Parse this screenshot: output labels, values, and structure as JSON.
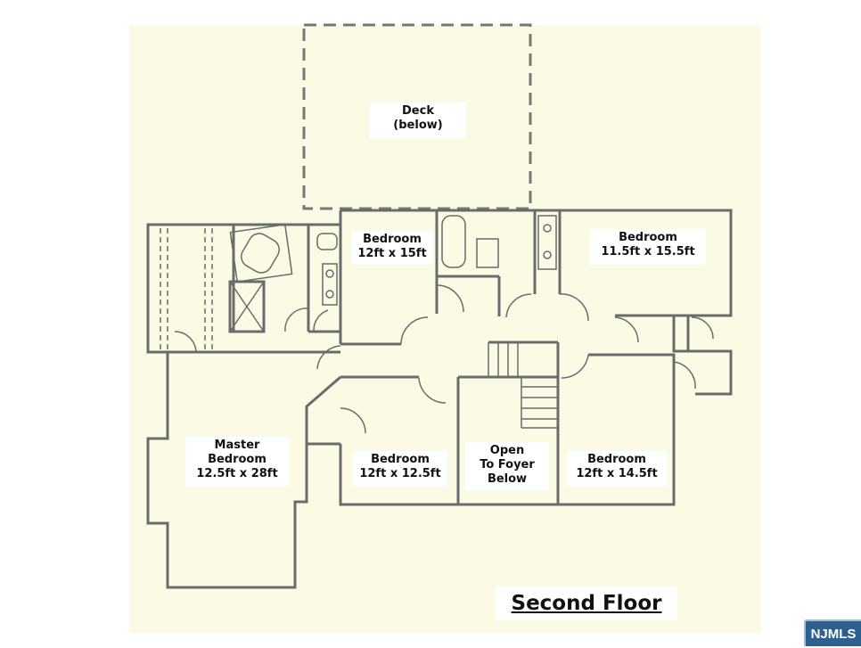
{
  "plan": {
    "title": "Second Floor",
    "rooms": [
      {
        "id": "deck",
        "lines": [
          "Deck",
          "(below)"
        ]
      },
      {
        "id": "bedroom-2",
        "lines": [
          "Bedroom",
          "12ft x 15ft"
        ]
      },
      {
        "id": "bedroom-3",
        "lines": [
          "Bedroom",
          "11.5ft x 15.5ft"
        ]
      },
      {
        "id": "master-bedroom",
        "lines": [
          "Master",
          "Bedroom",
          "12.5ft x 28ft"
        ]
      },
      {
        "id": "bedroom-4",
        "lines": [
          "Bedroom",
          "12ft x 12.5ft"
        ]
      },
      {
        "id": "open-to-foyer",
        "lines": [
          "Open",
          "To Foyer",
          "Below"
        ]
      },
      {
        "id": "bedroom-5",
        "lines": [
          "Bedroom",
          "12ft x 14.5ft"
        ]
      }
    ]
  },
  "watermark": "NJMLS",
  "colors": {
    "paper": "#fbfbe5",
    "wall": "#6b6b6b",
    "deck_outline": "#777777",
    "logo": "#2d5f8f"
  }
}
